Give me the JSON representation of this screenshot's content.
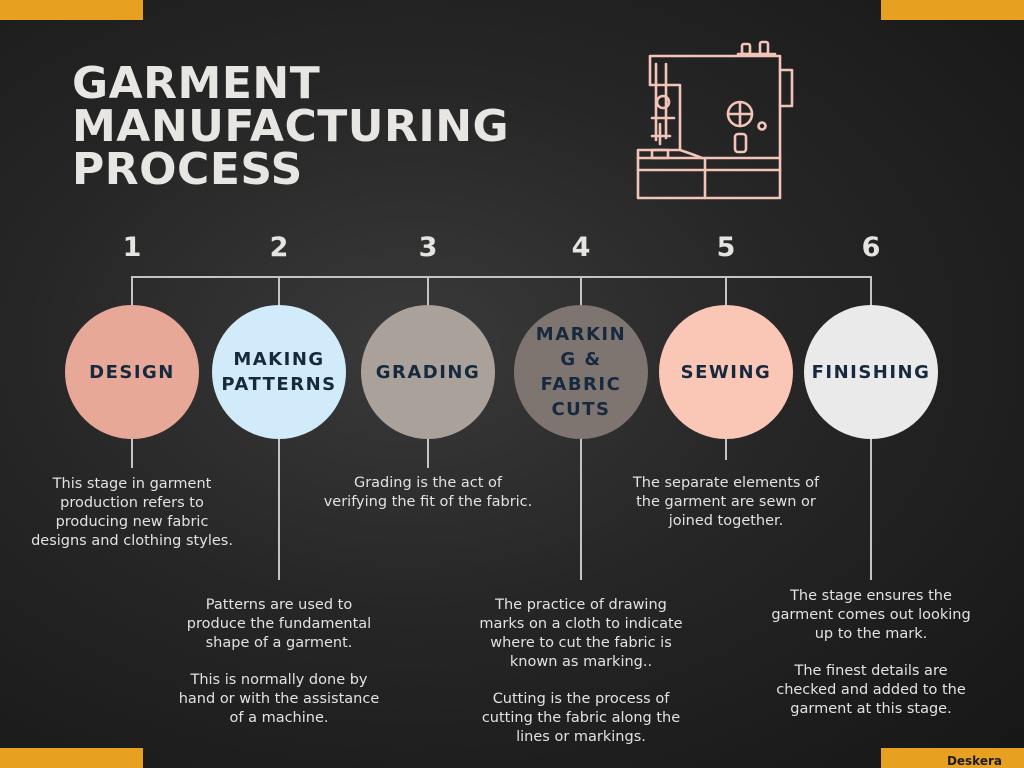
{
  "title_lines": [
    "GARMENT",
    "MANUFACTURING",
    "PROCESS"
  ],
  "brand": "Deskera",
  "colors": {
    "accent": "#e8a020",
    "title": "#e8e6e3",
    "label_text": "#17293f",
    "icon_stroke": "#f4c4b8"
  },
  "icon": "sewing-machine-icon",
  "steps": [
    {
      "number": "1",
      "label": "DESIGN",
      "color": "#e8a898",
      "paragraphs": [
        "This stage in garment production refers to producing new fabric designs and clothing styles."
      ]
    },
    {
      "number": "2",
      "label": "MAKING PATTERNS",
      "color": "#d2ebfa",
      "paragraphs": [
        "Patterns are used to produce the fundamental shape of a garment.",
        "This is normally done by hand or with the assistance of a machine."
      ]
    },
    {
      "number": "3",
      "label": "GRADING",
      "color": "#aaa19b",
      "paragraphs": [
        "Grading is the act of verifying the fit of the fabric."
      ]
    },
    {
      "number": "4",
      "label": "MARKING & FABRIC CUTS",
      "color": "#7e7571",
      "paragraphs": [
        "The practice of drawing marks on a cloth to indicate where to cut the fabric is known as marking..",
        "Cutting is the process of cutting the fabric along the lines or markings."
      ]
    },
    {
      "number": "5",
      "label": "SEWING",
      "color": "#fac7b6",
      "paragraphs": [
        "The separate elements of the garment are sewn or joined together."
      ]
    },
    {
      "number": "6",
      "label": "FINISHING",
      "color": "#eaeaea",
      "paragraphs": [
        "The stage ensures the garment comes out looking up to the mark.",
        "The finest details are checked and added to the garment at this stage."
      ]
    }
  ]
}
